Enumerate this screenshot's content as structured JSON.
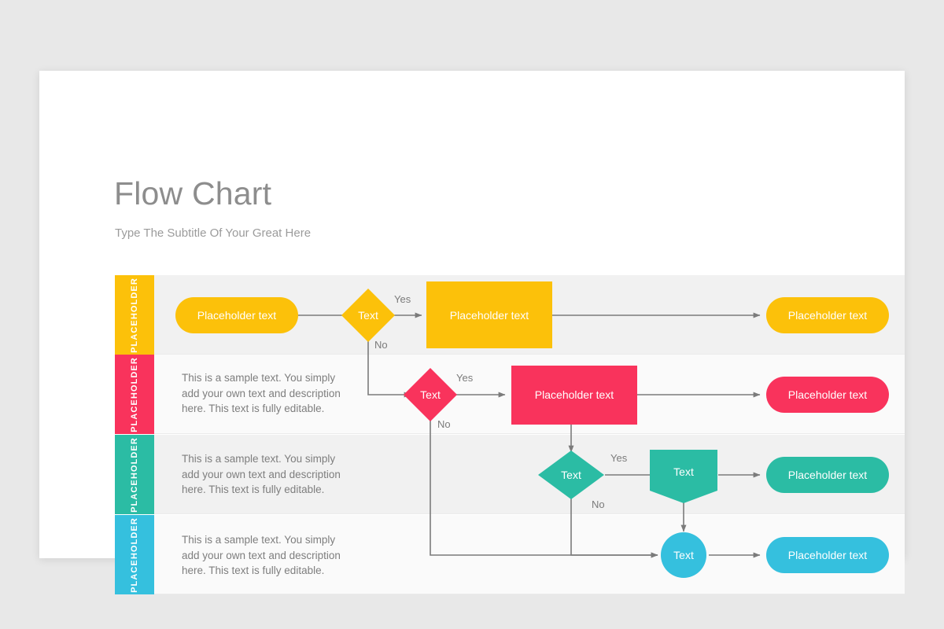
{
  "slide": {
    "title": "Flow Chart",
    "subtitle": "Type The Subtitle Of Your Great Here"
  },
  "colors": {
    "page_background": "#e8e8e8",
    "card_background": "#ffffff",
    "row_odd": "#f1f1f1",
    "row_even": "#fafafa",
    "connector": "#7b7b7b",
    "title_text": "#8d8d8d",
    "subtitle_text": "#9b9b9b",
    "body_text": "#7e7e7e",
    "yellow": "#fcc10a",
    "pink": "#f9335c",
    "teal": "#2bbca4",
    "blue": "#35c0de"
  },
  "rows": [
    {
      "tab_label": "PLACEHOLDER",
      "color": "#fcc10a",
      "description": "",
      "nodes": [
        {
          "name": "start-pill",
          "shape": "pill",
          "label": "Placeholder text"
        },
        {
          "name": "decision",
          "shape": "diamond",
          "label": "Text"
        },
        {
          "name": "process-square",
          "shape": "rectangle",
          "label": "Placeholder text"
        },
        {
          "name": "end-pill",
          "shape": "pill",
          "label": "Placeholder text"
        }
      ],
      "edge_labels": [
        "Yes",
        "No"
      ]
    },
    {
      "tab_label": "PLACEHOLDER",
      "color": "#f9335c",
      "description": "This is a sample text. You simply add your own text and description here. This text is fully editable.",
      "nodes": [
        {
          "name": "decision",
          "shape": "diamond",
          "label": "Text"
        },
        {
          "name": "process-box",
          "shape": "rectangle",
          "label": "Placeholder text"
        },
        {
          "name": "end-pill",
          "shape": "pill",
          "label": "Placeholder text"
        }
      ],
      "edge_labels": [
        "Yes",
        "No"
      ]
    },
    {
      "tab_label": "PLACEHOLDER",
      "color": "#2bbca4",
      "description": "This is a sample text. You simply add your own text and description here. This text is fully editable.",
      "nodes": [
        {
          "name": "decision",
          "shape": "diamond",
          "label": "Text"
        },
        {
          "name": "process-pent",
          "shape": "pentagon",
          "label": "Text"
        },
        {
          "name": "end-pill",
          "shape": "pill",
          "label": "Placeholder text"
        }
      ],
      "edge_labels": [
        "Yes",
        "No"
      ]
    },
    {
      "tab_label": "PLACEHOLDER",
      "color": "#35c0de",
      "description": "This is a sample text. You simply add your own text and description here. This text is fully editable.",
      "nodes": [
        {
          "name": "process-circle",
          "shape": "circle",
          "label": "Text"
        },
        {
          "name": "end-pill",
          "shape": "pill",
          "label": "Placeholder text"
        }
      ],
      "edge_labels": []
    }
  ],
  "chart_data": {
    "type": "diagram",
    "title": "Flow Chart",
    "nodes": [
      {
        "id": "r1-start",
        "row": 1,
        "shape": "pill",
        "label": "Placeholder text",
        "color": "#fcc10a"
      },
      {
        "id": "r1-dec",
        "row": 1,
        "shape": "diamond",
        "label": "Text",
        "color": "#fcc10a"
      },
      {
        "id": "r1-proc",
        "row": 1,
        "shape": "rectangle",
        "label": "Placeholder text",
        "color": "#fcc10a"
      },
      {
        "id": "r1-end",
        "row": 1,
        "shape": "pill",
        "label": "Placeholder text",
        "color": "#fcc10a"
      },
      {
        "id": "r2-dec",
        "row": 2,
        "shape": "diamond",
        "label": "Text",
        "color": "#f9335c"
      },
      {
        "id": "r2-proc",
        "row": 2,
        "shape": "rectangle",
        "label": "Placeholder text",
        "color": "#f9335c"
      },
      {
        "id": "r2-end",
        "row": 2,
        "shape": "pill",
        "label": "Placeholder text",
        "color": "#f9335c"
      },
      {
        "id": "r3-dec",
        "row": 3,
        "shape": "diamond",
        "label": "Text",
        "color": "#2bbca4"
      },
      {
        "id": "r3-proc",
        "row": 3,
        "shape": "pentagon",
        "label": "Text",
        "color": "#2bbca4"
      },
      {
        "id": "r3-end",
        "row": 3,
        "shape": "pill",
        "label": "Placeholder text",
        "color": "#2bbca4"
      },
      {
        "id": "r4-proc",
        "row": 4,
        "shape": "circle",
        "label": "Text",
        "color": "#35c0de"
      },
      {
        "id": "r4-end",
        "row": 4,
        "shape": "pill",
        "label": "Placeholder text",
        "color": "#35c0de"
      }
    ],
    "edges": [
      {
        "from": "r1-start",
        "to": "r1-dec",
        "label": ""
      },
      {
        "from": "r1-dec",
        "to": "r1-proc",
        "label": "Yes"
      },
      {
        "from": "r1-proc",
        "to": "r1-end",
        "label": ""
      },
      {
        "from": "r1-dec",
        "to": "r2-dec",
        "label": "No"
      },
      {
        "from": "r2-dec",
        "to": "r2-proc",
        "label": "Yes"
      },
      {
        "from": "r2-proc",
        "to": "r2-end",
        "label": ""
      },
      {
        "from": "r2-dec",
        "to": "r4-proc",
        "label": "No"
      },
      {
        "from": "r2-proc",
        "to": "r3-dec",
        "label": ""
      },
      {
        "from": "r3-dec",
        "to": "r3-proc",
        "label": "Yes"
      },
      {
        "from": "r3-proc",
        "to": "r3-end",
        "label": ""
      },
      {
        "from": "r3-dec",
        "to": "r4-proc",
        "label": "No"
      },
      {
        "from": "r3-proc",
        "to": "r4-proc",
        "label": ""
      },
      {
        "from": "r4-proc",
        "to": "r4-end",
        "label": ""
      }
    ]
  }
}
